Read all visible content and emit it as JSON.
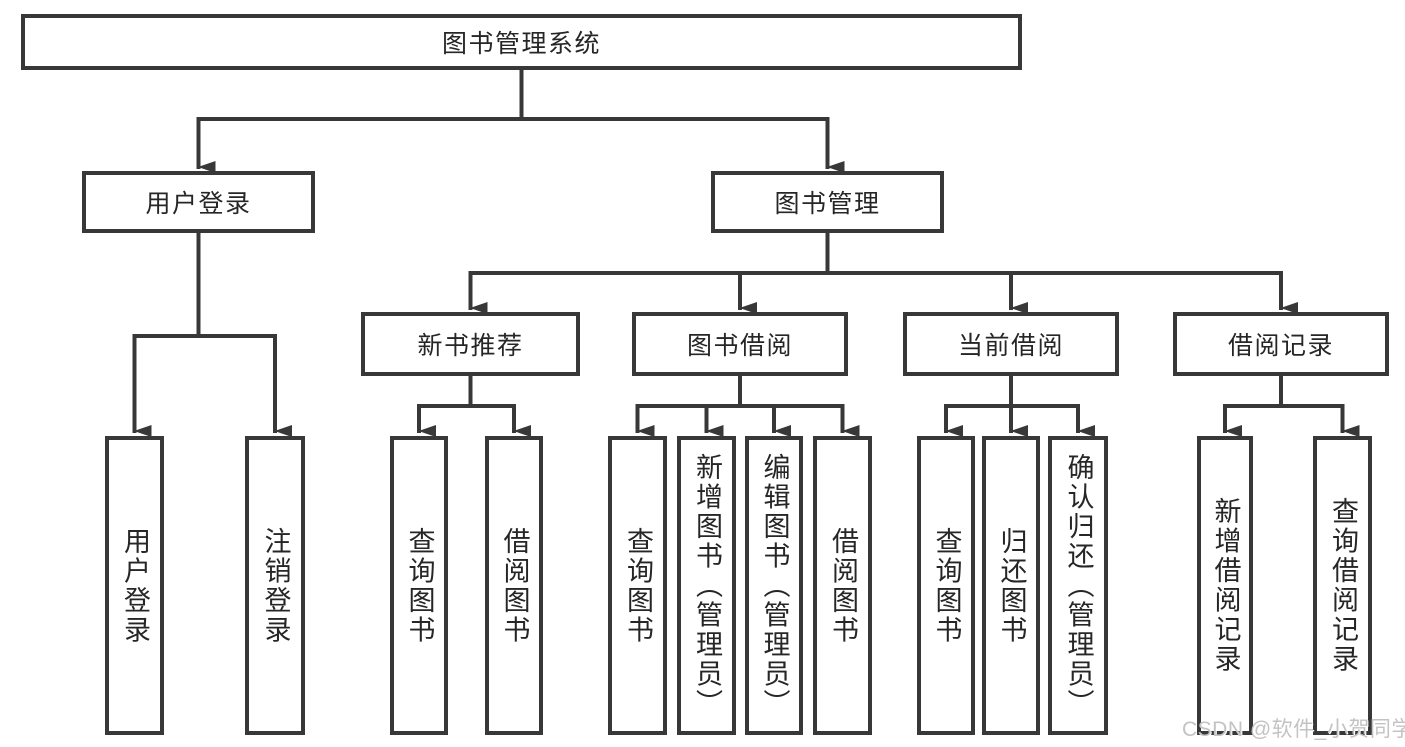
{
  "page": {
    "background": "#ffffff"
  },
  "colors": {
    "stroke": "#383838",
    "box_border": "#383838",
    "text": "#262626",
    "watermark": "#c3c3c3"
  },
  "watermark": {
    "text": "CSDN @软件_小贺同学"
  },
  "diagram": {
    "type": "hierarchy-tree",
    "root": {
      "label": "图书管理系统"
    },
    "branches": [
      {
        "label": "用户登录",
        "leaves": [
          {
            "label": "用户登录"
          },
          {
            "label": "注销登录"
          }
        ]
      },
      {
        "label": "图书管理",
        "children": [
          {
            "label": "新书推荐",
            "leaves": [
              {
                "label": "查询图书"
              },
              {
                "label": "借阅图书"
              }
            ]
          },
          {
            "label": "图书借阅",
            "leaves": [
              {
                "label": "查询图书"
              },
              {
                "label": "新增图书（管理员）"
              },
              {
                "label": "编辑图书（管理员）"
              },
              {
                "label": "借阅图书"
              }
            ]
          },
          {
            "label": "当前借阅",
            "leaves": [
              {
                "label": "查询图书"
              },
              {
                "label": "归还图书"
              },
              {
                "label": "确认归还（管理员）"
              }
            ]
          },
          {
            "label": "借阅记录",
            "leaves": [
              {
                "label": "新增借阅记录"
              },
              {
                "label": "查询借阅记录"
              }
            ]
          }
        ]
      }
    ]
  }
}
